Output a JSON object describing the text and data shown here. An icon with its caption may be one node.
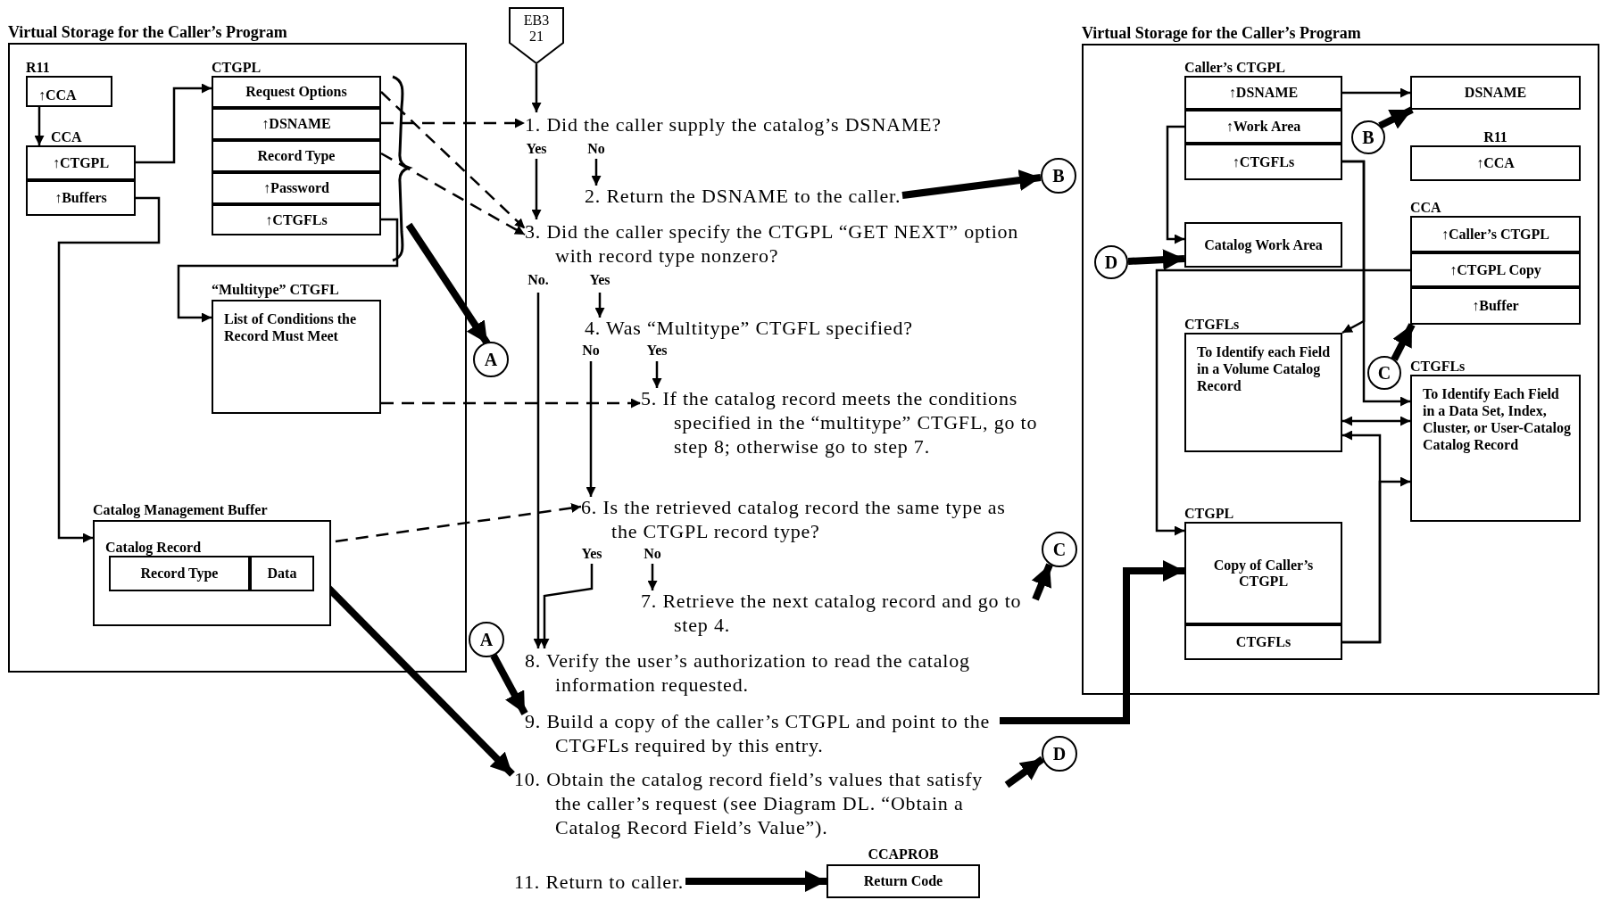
{
  "diagram": {
    "nodes": [
      {
        "text": [
          "Virtual Storage for the Caller’s Program"
        ]
      },
      {
        "text": [
          "R11",
          "↑CCA"
        ],
        "in": 0
      },
      {
        "text": [
          "CCA"
        ],
        "in": 0
      },
      {
        "text": [
          "↑CTGPL"
        ],
        "in": 2
      },
      {
        "text": [
          "↑Buffers"
        ],
        "in": 2
      },
      {
        "text": [
          "CTGPL"
        ],
        "in": 0
      },
      {
        "text": [
          "Request Options"
        ],
        "in": 5
      },
      {
        "text": [
          "↑DSNAME"
        ],
        "in": 5
      },
      {
        "text": [
          "Record Type"
        ],
        "in": 5
      },
      {
        "text": [
          "↑Password"
        ],
        "in": 5
      },
      {
        "text": [
          "↑CTGFLs"
        ],
        "in": 5
      },
      {
        "text": [
          "“Multitype” CTGFL",
          "List of Conditions the Record Must Meet"
        ],
        "in": 0
      },
      {
        "text": [
          "Catalog Management Buffer"
        ],
        "in": 0
      },
      {
        "text": [
          "Catalog Record"
        ],
        "in": 12
      },
      {
        "text": [
          "Record Type"
        ],
        "in": 13
      },
      {
        "text": [
          "Data"
        ],
        "in": 13
      },
      {
        "text": [
          "EB3 21"
        ]
      },
      {
        "text": [
          "1. Did the caller supply the catalog’s DSNAME?"
        ]
      },
      {
        "text": [
          "2. Return the DSNAME to the caller."
        ]
      },
      {
        "text": [
          "3. Did the caller specify the CTGPL “GET NEXT” option with record type nonzero?"
        ]
      },
      {
        "text": [
          "4. Was “Multitype” CTGFL specified?"
        ]
      },
      {
        "text": [
          "5. If the catalog record meets the conditions specified in the “multitype” CTGFL, go to step 8; otherwise go to step 7."
        ]
      },
      {
        "text": [
          "6. Is the retrieved catalog record the same type as the CTGPL record type?"
        ]
      },
      {
        "text": [
          "7. Retrieve the next catalog record and go to step 4."
        ]
      },
      {
        "text": [
          "8. Verify the user’s authorization to read the catalog information requested."
        ]
      },
      {
        "text": [
          "9. Build a copy of the caller’s CTGPL and point to the CTGFLs required by this entry."
        ]
      },
      {
        "text": [
          "10. Obtain the catalog record field’s values that satisfy the caller’s request (see Diagram DL. “Obtain a Catalog Record Field’s Value”)."
        ]
      },
      {
        "text": [
          "11. Return to caller."
        ]
      },
      {
        "text": [
          "A"
        ]
      },
      {
        "text": [
          "A"
        ]
      },
      {
        "text": [
          "B"
        ]
      },
      {
        "text": [
          "C"
        ]
      },
      {
        "text": [
          "D"
        ]
      },
      {
        "text": [
          "CCAPROB",
          "Return Code"
        ]
      },
      {
        "text": [
          "Virtual Storage for the Caller’s Program"
        ]
      },
      {
        "text": [
          "Caller’s CTGPL"
        ],
        "in": 34
      },
      {
        "text": [
          "↑DSNAME"
        ],
        "in": 35
      },
      {
        "text": [
          "↑Work Area"
        ],
        "in": 35
      },
      {
        "text": [
          "↑CTGFLs"
        ],
        "in": 35
      },
      {
        "text": [
          "DSNAME"
        ],
        "in": 34
      },
      {
        "text": [
          "R11",
          "↑CCA"
        ],
        "in": 34
      },
      {
        "text": [
          "CCA"
        ],
        "in": 34
      },
      {
        "text": [
          "↑Caller’s CTGPL"
        ],
        "in": 41
      },
      {
        "text": [
          "↑CTGPL Copy"
        ],
        "in": 41
      },
      {
        "text": [
          "↑Buffer"
        ],
        "in": 41
      },
      {
        "text": [
          "B"
        ],
        "in": 34
      },
      {
        "text": [
          "Catalog Work Area"
        ],
        "in": 34
      },
      {
        "text": [
          "D"
        ],
        "in": 34
      },
      {
        "text": [
          "CTGFLs",
          "To Identify each Field in a Volume Catalog Record"
        ],
        "in": 34
      },
      {
        "text": [
          "C"
        ],
        "in": 34
      },
      {
        "text": [
          "CTGFLs",
          "To Identify Each Field in a Data Set, Index, Cluster, or User-Catalog Catalog Record"
        ],
        "in": 34
      },
      {
        "text": [
          "CTGPL"
        ],
        "in": 34
      },
      {
        "text": [
          "Copy of Caller’s CTGPL"
        ],
        "in": 51
      },
      {
        "text": [
          "CTGFLs"
        ],
        "in": 51
      }
    ],
    "edges": [
      {
        "from": 1,
        "to": 2,
        "arrow": "to"
      },
      {
        "from": 3,
        "to": 5,
        "arrow": "to"
      },
      {
        "from": 4,
        "to": 12,
        "arrow": "to"
      },
      {
        "from": 10,
        "to": 11,
        "arrow": "to"
      },
      {
        "from": 7,
        "to": 17,
        "arrow": "to",
        "style": "dashed"
      },
      {
        "from": 6,
        "to": 19,
        "arrow": "to",
        "style": "dashed"
      },
      {
        "from": 8,
        "to": 19,
        "arrow": "to",
        "style": "dashed"
      },
      {
        "from": 5,
        "to": 28,
        "arrow": "to",
        "style": "thick"
      },
      {
        "from": 11,
        "to": 21,
        "arrow": "to",
        "style": "dashed"
      },
      {
        "from": 14,
        "to": 22,
        "arrow": "to",
        "style": "dashed"
      },
      {
        "from": 15,
        "to": 26,
        "arrow": "to",
        "style": "thick"
      },
      {
        "from": 16,
        "to": 17,
        "arrow": "to"
      },
      {
        "from": 17,
        "to": 19,
        "arrow": "to",
        "label": "Yes"
      },
      {
        "from": 17,
        "to": 18,
        "arrow": "to",
        "label": "No"
      },
      {
        "from": 19,
        "to": 24,
        "arrow": "to",
        "label": "No."
      },
      {
        "from": 19,
        "to": 20,
        "arrow": "to",
        "label": "Yes"
      },
      {
        "from": 20,
        "to": 22,
        "arrow": "to",
        "label": "No"
      },
      {
        "from": 20,
        "to": 21,
        "arrow": "to",
        "label": "Yes"
      },
      {
        "from": 22,
        "to": 24,
        "arrow": "to",
        "label": "Yes"
      },
      {
        "from": 22,
        "to": 23,
        "arrow": "to",
        "label": "No"
      },
      {
        "from": 18,
        "to": 30,
        "arrow": "to",
        "style": "thick"
      },
      {
        "from": 23,
        "to": 31,
        "arrow": "to",
        "style": "thick"
      },
      {
        "from": 29,
        "to": 25,
        "arrow": "to",
        "style": "thick"
      },
      {
        "from": 25,
        "to": 52,
        "arrow": "to",
        "style": "thick"
      },
      {
        "from": 26,
        "to": 32,
        "arrow": "to",
        "style": "thick"
      },
      {
        "from": 27,
        "to": 33,
        "arrow": "to",
        "style": "thick"
      },
      {
        "from": 36,
        "to": 39,
        "arrow": "to"
      },
      {
        "from": 45,
        "to": 39,
        "arrow": "to",
        "style": "thick"
      },
      {
        "from": 37,
        "to": 46,
        "arrow": "to"
      },
      {
        "from": 47,
        "to": 46,
        "arrow": "to",
        "style": "thick"
      },
      {
        "from": 38,
        "to": 48,
        "arrow": "to"
      },
      {
        "from": 38,
        "to": 50,
        "arrow": "to"
      },
      {
        "from": 43,
        "to": 51,
        "arrow": "to"
      },
      {
        "from": 49,
        "to": 44,
        "arrow": "to",
        "style": "thick"
      },
      {
        "from": 48,
        "to": 50,
        "arrow": "both"
      },
      {
        "from": 53,
        "to": 48,
        "arrow": "to"
      },
      {
        "from": 53,
        "to": 50,
        "arrow": "to"
      }
    ]
  }
}
